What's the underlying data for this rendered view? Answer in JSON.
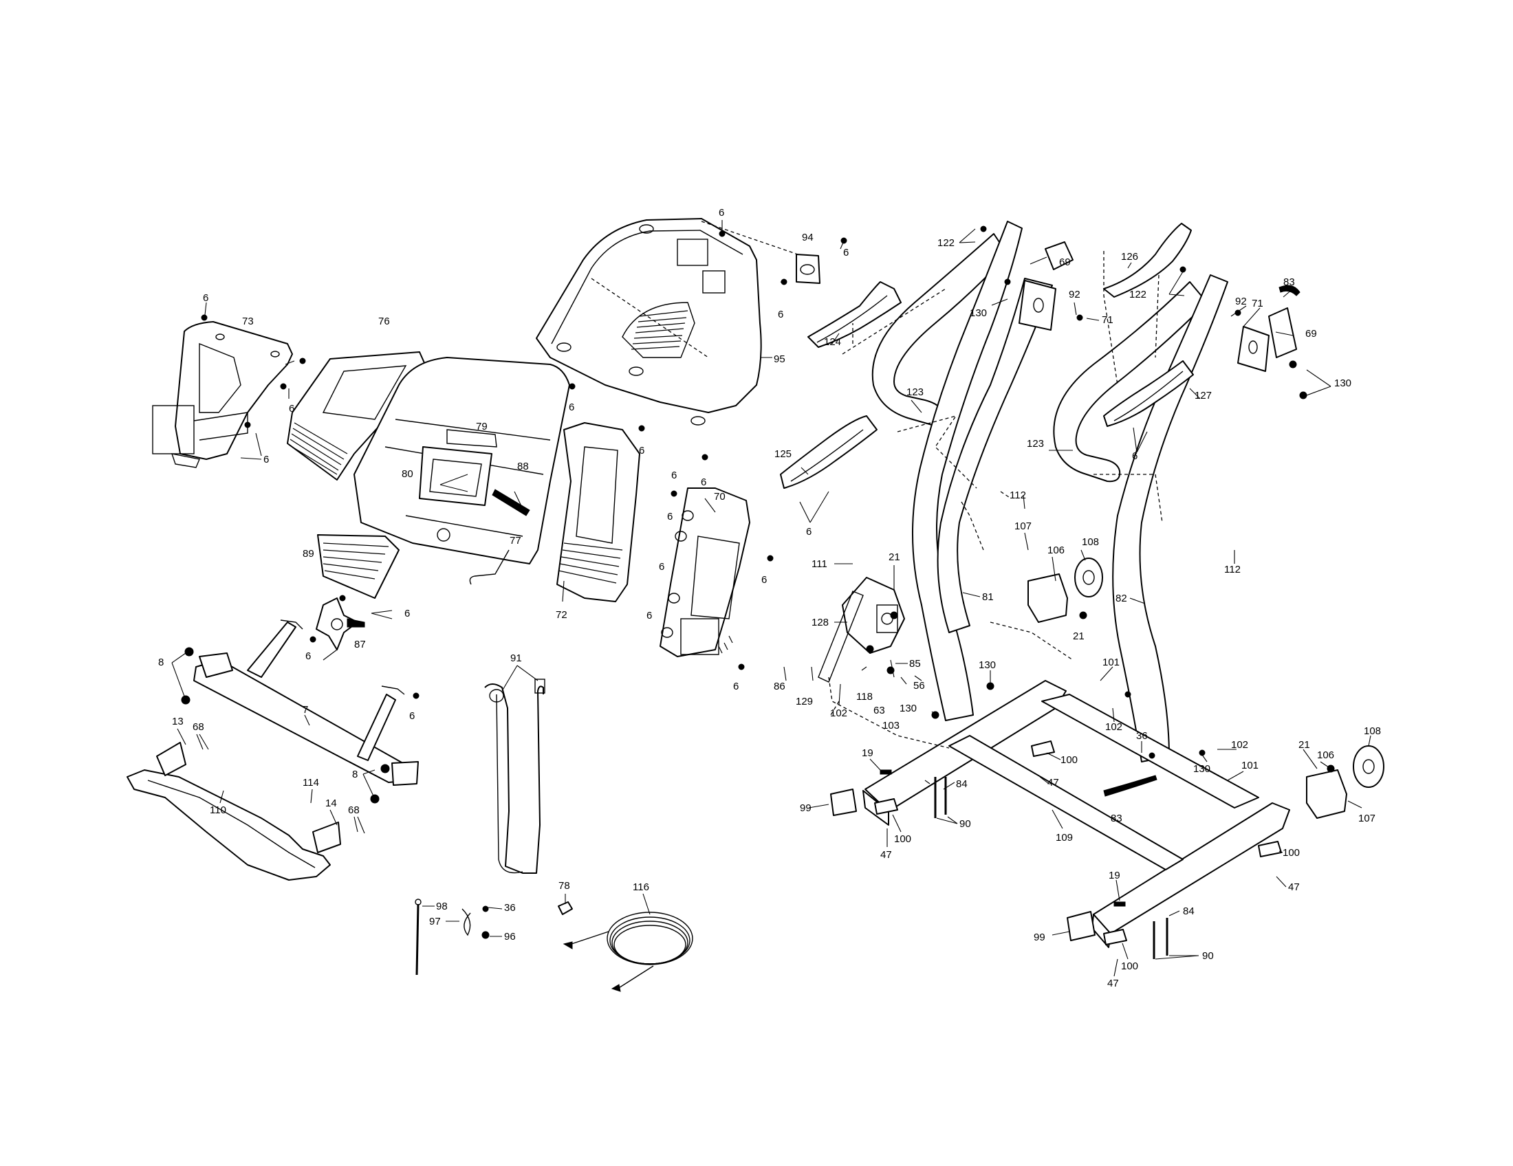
{
  "labels": {
    "p6": "6",
    "p94": "94",
    "p95": "95",
    "p73": "73",
    "p76": "76",
    "p79": "79",
    "p80": "80",
    "p88": "88",
    "p77": "77",
    "p89": "89",
    "p72": "72",
    "p70": "70",
    "p87": "87",
    "p8": "8",
    "p7": "7",
    "p13": "13",
    "p68": "68",
    "p110": "110",
    "p114": "114",
    "p14": "14",
    "p91": "91",
    "p98": "98",
    "p97": "97",
    "p36": "36",
    "p96": "96",
    "p78": "78",
    "p116": "116",
    "p122": "122",
    "p69": "69",
    "p126": "126",
    "p83": "83",
    "p92": "92",
    "p71": "71",
    "p130": "130",
    "p124": "124",
    "p123": "123",
    "p127": "127",
    "p125": "125",
    "p112": "112",
    "p111": "111",
    "p21": "21",
    "p107": "107",
    "p106": "106",
    "p108": "108",
    "p81": "81",
    "p82": "82",
    "p128": "128",
    "p85": "85",
    "p86": "86",
    "p129": "129",
    "p118": "118",
    "p63": "63",
    "p56": "56",
    "p102": "102",
    "p103": "103",
    "p101": "101",
    "p19": "19",
    "p100": "100",
    "p47": "47",
    "p84": "84",
    "p99": "99",
    "p90": "90",
    "p109": "109"
  }
}
